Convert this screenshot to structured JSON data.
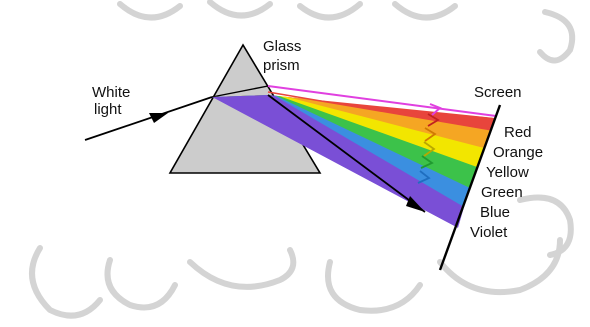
{
  "labels": {
    "white_light_1": "White",
    "white_light_2": "light",
    "prism_1": "Glass",
    "prism_2": "prism",
    "screen": "Screen"
  },
  "spectrum": [
    {
      "name": "Red",
      "color": "#e8453c"
    },
    {
      "name": "Orange",
      "color": "#f5a623"
    },
    {
      "name": "Yellow",
      "color": "#f2e600"
    },
    {
      "name": "Green",
      "color": "#3cc24a"
    },
    {
      "name": "Blue",
      "color": "#3b8fe0"
    },
    {
      "name": "Violet",
      "color": "#7a4fd6"
    }
  ],
  "colors": {
    "prism_fill": "#cccccc",
    "magenta_ray": "#e040e0",
    "line": "#000000",
    "decoration": "#d4d4d4"
  }
}
